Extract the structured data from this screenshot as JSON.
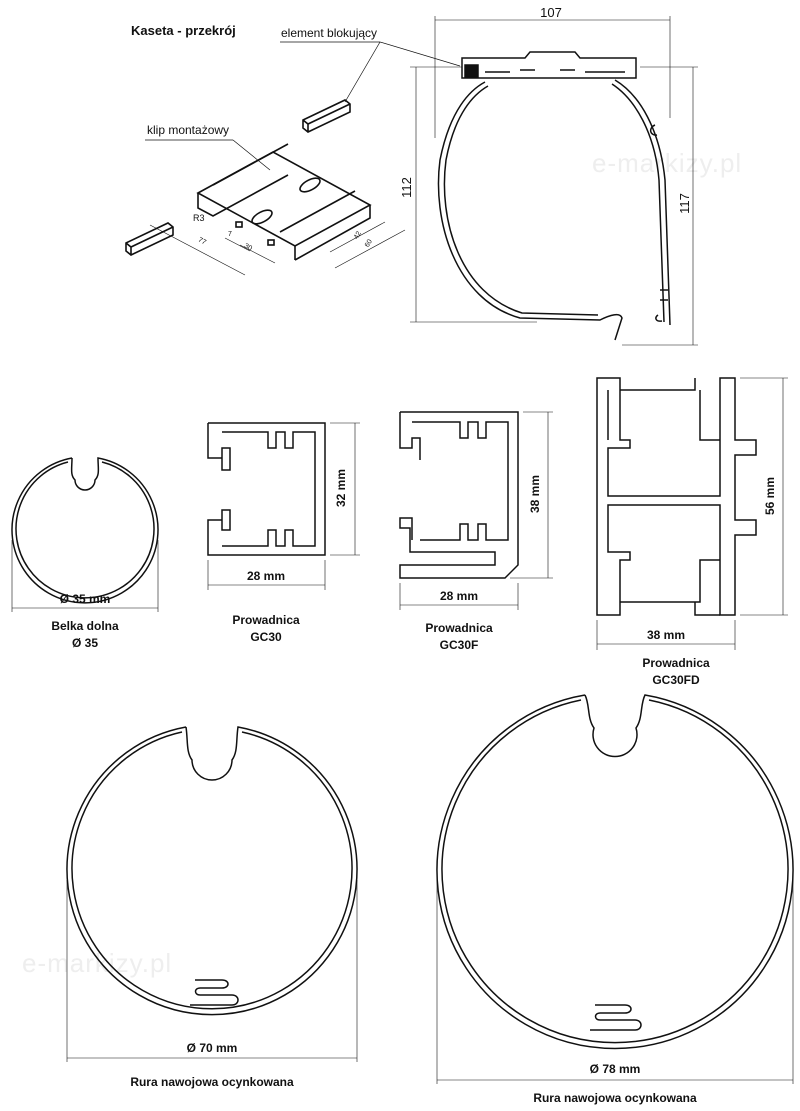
{
  "cassette": {
    "title": "Kaseta - przekrój",
    "locking_element_label": "element blokujący",
    "mounting_clip_label": "klip montażowy",
    "clip_dims": {
      "radius": "R3",
      "d1": "77",
      "d2": "7",
      "d3": "30",
      "d4": "42",
      "d5": "60"
    },
    "width": "107",
    "height_left": "112",
    "height_right": "117"
  },
  "watermark": "e-markizy.pl",
  "profiles": [
    {
      "dim": "Ø 35 mm",
      "name": "Belka dolna",
      "sub": "Ø 35"
    },
    {
      "dim_w": "28 mm",
      "dim_h": "32 mm",
      "name": "Prowadnica",
      "sub": "GC30"
    },
    {
      "dim_w": "28 mm",
      "dim_h": "38 mm",
      "name": "Prowadnica",
      "sub": "GC30F"
    },
    {
      "dim_w": "38 mm",
      "dim_h": "56 mm",
      "name": "Prowadnica",
      "sub": "GC30FD"
    }
  ],
  "tubes": [
    {
      "dim": "Ø 70 mm",
      "name": "Rura nawojowa ocynkowana"
    },
    {
      "dim": "Ø 78 mm",
      "name": "Rura nawojowa ocynkowana"
    }
  ]
}
